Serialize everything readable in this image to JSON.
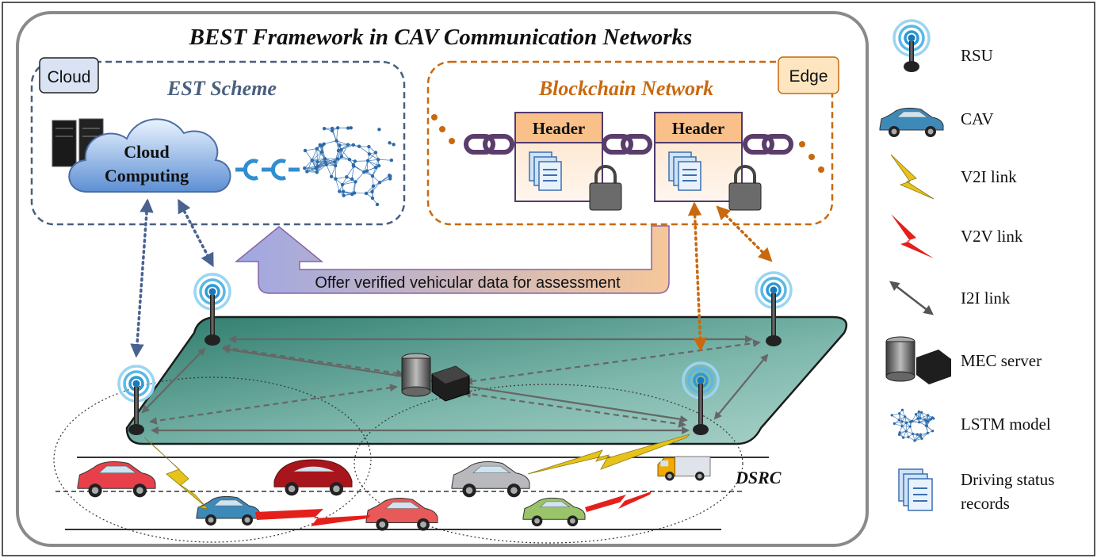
{
  "title": "BEST Framework in CAV Communication Networks",
  "cloud_tag": "Cloud",
  "edge_tag": "Edge",
  "est_title": "EST Scheme",
  "cloud_computing": [
    "Cloud",
    "Computing"
  ],
  "blockchain_title": "Blockchain Network",
  "header_label": "Header",
  "offer_text": "Offer verified vehicular data for assessment",
  "dsrc_label": "DSRC",
  "legend": [
    {
      "icon": "rsu-icon",
      "label": [
        "RSU"
      ]
    },
    {
      "icon": "cav-icon",
      "label": [
        "CAV"
      ]
    },
    {
      "icon": "v2i-link-icon",
      "label": [
        "V2I link"
      ]
    },
    {
      "icon": "v2v-link-icon",
      "label": [
        "V2V link"
      ]
    },
    {
      "icon": "i2i-link-icon",
      "label": [
        "I2I link"
      ]
    },
    {
      "icon": "mec-server-icon",
      "label": [
        "MEC server"
      ]
    },
    {
      "icon": "lstm-model-icon",
      "label": [
        "LSTM model"
      ]
    },
    {
      "icon": "driving-status-records-icon",
      "label": [
        "Driving status",
        "records"
      ]
    }
  ],
  "colors": {
    "est_border": "#4a5f7e",
    "blockchain_orange": "#c8690f",
    "platform_green": "#2f7d6f",
    "v2i_yellow": "#e6c21a",
    "v2v_red": "#e3201b",
    "rsu_blue": "#39a6dd",
    "header_orange": "#f9c08a"
  }
}
